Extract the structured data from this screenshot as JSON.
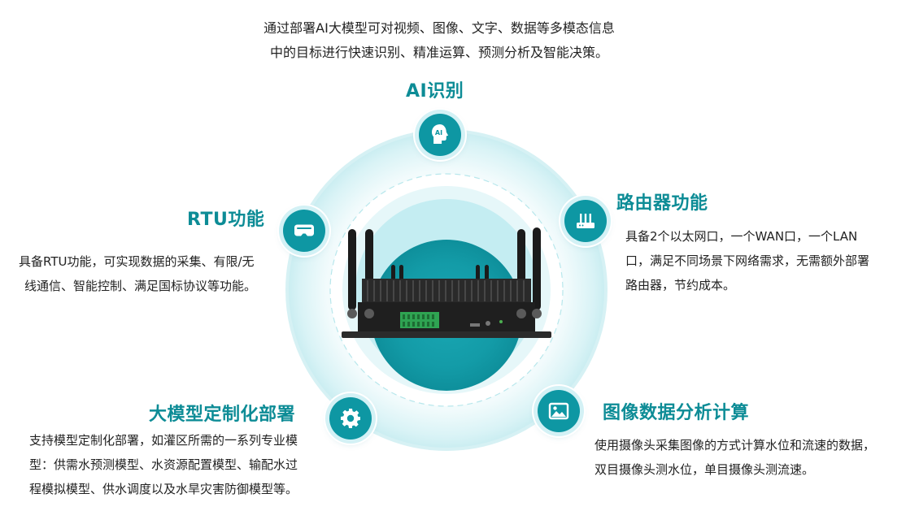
{
  "intro": {
    "line1": "通过部署AI大模型可对视频、图像、文字、数据等多模态信息",
    "line2": "中的目标进行快速识别、精准运算、预测分析及智能决策。"
  },
  "features": {
    "ai": {
      "title": "AI识别",
      "icon": "ai-head-icon",
      "badge_text": "AI"
    },
    "router": {
      "title": "路由器功能",
      "icon": "router-icon",
      "lines": [
        "具备2个以太网口，一个WAN口，一个LAN",
        "口，满足不同场景下网络需求，无需额外部署",
        "路由器，节约成本。"
      ]
    },
    "rtu": {
      "title": "RTU功能",
      "icon": "vr-headset-icon",
      "lines": [
        "具备RTU功能，可实现数据的采集、有限/无",
        "线通信、智能控制、满足国标协议等功能。"
      ]
    },
    "model": {
      "title": "大模型定制化部署",
      "icon": "gear-icon",
      "lines": [
        "支持模型定制化部署，如灌区所需的一系列专业模",
        "型：供需水预测模型、水资源配置模型、输配水过",
        "程模拟模型、供水调度以及水旱灾害防御模型等。"
      ]
    },
    "image": {
      "title": "图像数据分析计算",
      "icon": "image-icon",
      "lines": [
        "使用摄像头采集图像的方式计算水位和流速的数据，",
        "双目摄像头测水位，单目摄像头测流速。"
      ]
    }
  },
  "colors": {
    "accent": "#0d8c96",
    "badge": "#0e97a3",
    "ring_light": "#e3f6f8",
    "ring_mid": "#c7eef2",
    "core": "#14a0ac"
  }
}
